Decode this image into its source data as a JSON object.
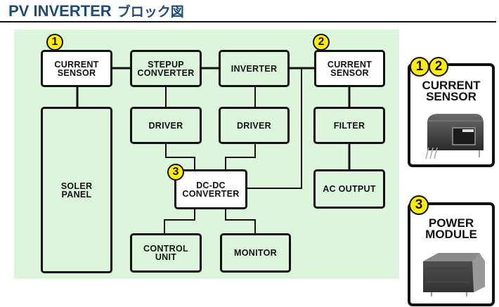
{
  "header": {
    "title": "PV INVERTER",
    "subtitle_jp": "ブロック図"
  },
  "colors": {
    "title": "#1f4a7c",
    "panel_bg": "#ddf5dd",
    "badge_fill": "#ffee00",
    "line": "#111111"
  },
  "blocks": {
    "current_sensor_1": {
      "line1": "CURRENT",
      "line2": "SENSOR",
      "badge": "1"
    },
    "stepup_converter": {
      "line1": "STEPUP",
      "line2": "CONVERTER"
    },
    "inverter": {
      "line1": "INVERTER"
    },
    "current_sensor_2": {
      "line1": "CURRENT",
      "line2": "SENSOR",
      "badge": "2"
    },
    "soler_panel": {
      "line1": "SOLER",
      "line2": "PANEL"
    },
    "driver_1": {
      "line1": "DRIVER"
    },
    "driver_2": {
      "line1": "DRIVER"
    },
    "filter": {
      "line1": "FILTER"
    },
    "dcdc_converter": {
      "line1": "DC-DC",
      "line2": "CONVERTER",
      "badge": "3"
    },
    "ac_output": {
      "line1": "AC OUTPUT"
    },
    "control_unit": {
      "line1": "CONTROL",
      "line2": "UNIT"
    },
    "monitor": {
      "line1": "MONITOR"
    }
  },
  "cards": {
    "current_sensor": {
      "badges": [
        "1",
        "2"
      ],
      "line1": "CURRENT",
      "line2": "SENSOR",
      "image": "current-sensor-photo"
    },
    "power_module": {
      "badges": [
        "3"
      ],
      "line1": "POWER",
      "line2": "MODULE",
      "image": "power-module-photo"
    }
  }
}
